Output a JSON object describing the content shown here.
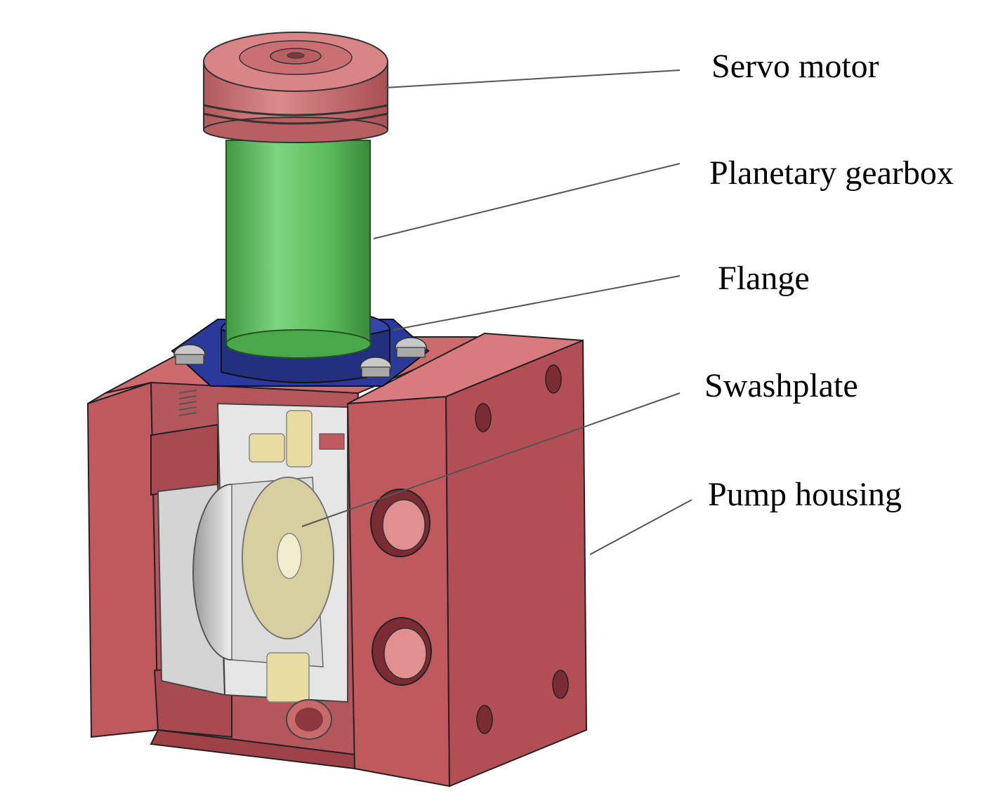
{
  "labels": {
    "servo_motor": "Servo motor",
    "planetary_gearbox": "Planetary gearbox",
    "flange": "Flange",
    "swashplate": "Swashplate",
    "pump_housing": "Pump housing"
  },
  "colors": {
    "housing": "#c0595e",
    "housing_dark": "#8e3a40",
    "housing_light": "#d97a7e",
    "motor": "#c86a6c",
    "gearbox": "#5fbf5f",
    "flange": "#2a3a9a",
    "swashplate": "#d8cfa0",
    "brass": "#e8dca0",
    "leader_line": "#555555"
  }
}
